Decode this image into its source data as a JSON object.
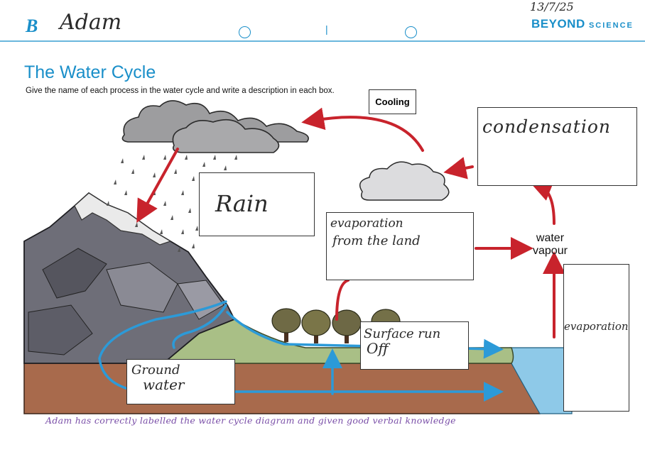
{
  "header": {
    "student_name": "Adam",
    "date": "13/7/25",
    "brand_main": "BEYOND",
    "brand_sub": "SCIENCE",
    "divider": "|"
  },
  "worksheet": {
    "title": "The Water Cycle",
    "instructions": "Give the name of each process in the water cycle and write a description in each box."
  },
  "labels": {
    "cooling": "Cooling",
    "water_vapour_1": "water",
    "water_vapour_2": "vapour"
  },
  "answers": {
    "condensation": "condensation",
    "rain": "Rain",
    "evaporation_land_1": "evaporation",
    "evaporation_land_2": "from the land",
    "surface_runoff_1": "Surface run",
    "surface_runoff_2": "Off",
    "groundwater_1": "Ground",
    "groundwater_2": "water",
    "evaporation_sea": "evaporation"
  },
  "feedback": "Adam has correctly labelled the water cycle diagram and given good verbal knowledge",
  "colors": {
    "accent": "#1a8fc9",
    "arrow_red": "#c8232c",
    "arrow_blue": "#2c9ad8",
    "grass": "#a9bf86",
    "soil": "#a86a4c",
    "sea": "#8ec9e8",
    "mountain": "#6e6e78",
    "feedback_ink": "#7a4fa8"
  }
}
